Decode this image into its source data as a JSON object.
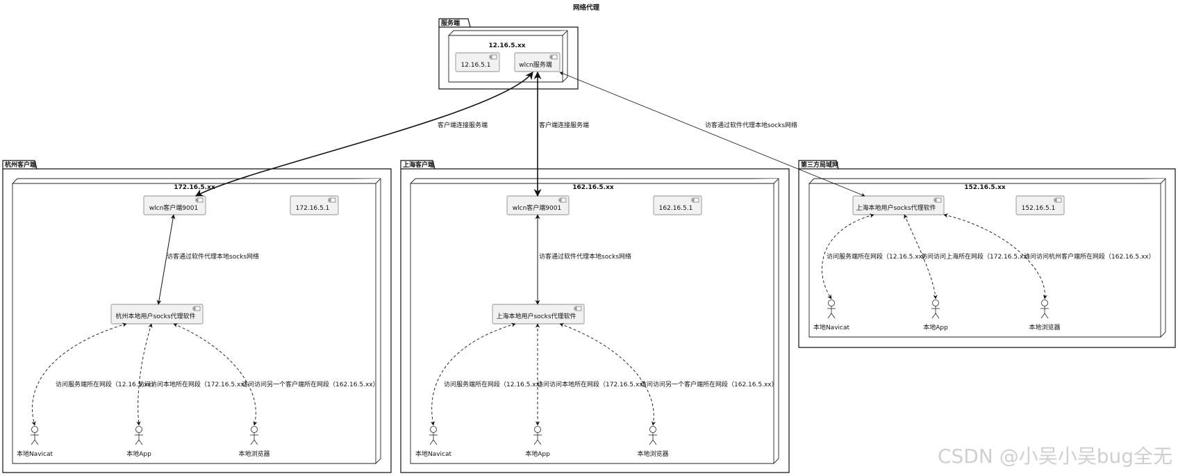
{
  "title": "网络代理",
  "packages": [
    {
      "id": "server",
      "label": "服务端",
      "node": {
        "label": "12.16.5.xx",
        "components": [
          {
            "id": "srv_ip",
            "label": "12.16.5.1"
          },
          {
            "id": "srv_wlcn",
            "label": "wlcn服务端"
          }
        ]
      }
    },
    {
      "id": "hangzhou",
      "label": "杭州客户端",
      "node": {
        "label": "172.16.5.xx",
        "components": [
          {
            "id": "hz_client",
            "label": "wlcn客户端9001"
          },
          {
            "id": "hz_ip",
            "label": "172.16.5.1"
          },
          {
            "id": "hz_socks",
            "label": "杭州本地用户socks代理软件"
          }
        ],
        "actors": [
          {
            "id": "hz_navicat",
            "label": "本地Navicat"
          },
          {
            "id": "hz_app",
            "label": "本地App"
          },
          {
            "id": "hz_browser",
            "label": "本地浏览器"
          }
        ]
      }
    },
    {
      "id": "shanghai",
      "label": "上海客户端",
      "node": {
        "label": "162.16.5.xx",
        "components": [
          {
            "id": "sh_client",
            "label": "wlcn客户端9001"
          },
          {
            "id": "sh_ip",
            "label": "162.16.5.1"
          },
          {
            "id": "sh_socks",
            "label": "上海本地用户socks代理软件"
          }
        ],
        "actors": [
          {
            "id": "sh_navicat",
            "label": "本地Navicat"
          },
          {
            "id": "sh_app",
            "label": "本地App"
          },
          {
            "id": "sh_browser",
            "label": "本地浏览器"
          }
        ]
      }
    },
    {
      "id": "third",
      "label": "第三方局域网",
      "node": {
        "label": "152.16.5.xx",
        "components": [
          {
            "id": "tp_socks",
            "label": "上海本地用户socks代理软件"
          },
          {
            "id": "tp_ip",
            "label": "152.16.5.1"
          }
        ],
        "actors": [
          {
            "id": "tp_navicat",
            "label": "本地Navicat"
          },
          {
            "id": "tp_app",
            "label": "本地App"
          },
          {
            "id": "tp_browser",
            "label": "本地浏览器"
          }
        ]
      }
    }
  ],
  "edges": [
    {
      "from": "srv_wlcn",
      "to": "hz_client",
      "label": "客户端连接服务端",
      "style": "solid-bold"
    },
    {
      "from": "srv_wlcn",
      "to": "sh_client",
      "label": "客户端连接服务端",
      "style": "solid-bold"
    },
    {
      "from": "srv_wlcn",
      "to": "tp_socks",
      "label": "访客通过软件代理本地socks网络",
      "style": "solid-thin"
    },
    {
      "from": "hz_client",
      "to": "hz_socks",
      "label": "访客通过软件代理本地socks网络",
      "style": "solid"
    },
    {
      "from": "sh_client",
      "to": "sh_socks",
      "label": "访客通过软件代理本地socks网络",
      "style": "solid"
    },
    {
      "from": "hz_socks",
      "to": "hz_navicat",
      "label": "访问服务端所在网段（12.16.5.xx）",
      "style": "dashed"
    },
    {
      "from": "hz_socks",
      "to": "hz_app",
      "label": "访问访问本地所在网段（172.16.5.xx）",
      "style": "dashed"
    },
    {
      "from": "hz_socks",
      "to": "hz_browser",
      "label": "访问访问另一个客户端所在网段（162.16.5.xx）",
      "style": "dashed"
    },
    {
      "from": "sh_socks",
      "to": "sh_navicat",
      "label": "访问服务端所在网段（12.16.5.xx）",
      "style": "dashed"
    },
    {
      "from": "sh_socks",
      "to": "sh_app",
      "label": "访问访问本地所在网段（172.16.5.xx）",
      "style": "dashed"
    },
    {
      "from": "sh_socks",
      "to": "sh_browser",
      "label": "访问访问另一个客户端所在网段（162.16.5.xx）",
      "style": "dashed"
    },
    {
      "from": "tp_socks",
      "to": "tp_navicat",
      "label": "访问服务端所在网段（12.16.5.xx）",
      "style": "dashed"
    },
    {
      "from": "tp_socks",
      "to": "tp_app",
      "label": "访问访问上海所在网段（172.16.5.xx）",
      "style": "dashed"
    },
    {
      "from": "tp_socks",
      "to": "tp_browser",
      "label": "访问访问杭州客户端所在网段（162.16.5.xx）",
      "style": "dashed"
    }
  ],
  "watermark": "CSDN @小吴小吴bug全无"
}
